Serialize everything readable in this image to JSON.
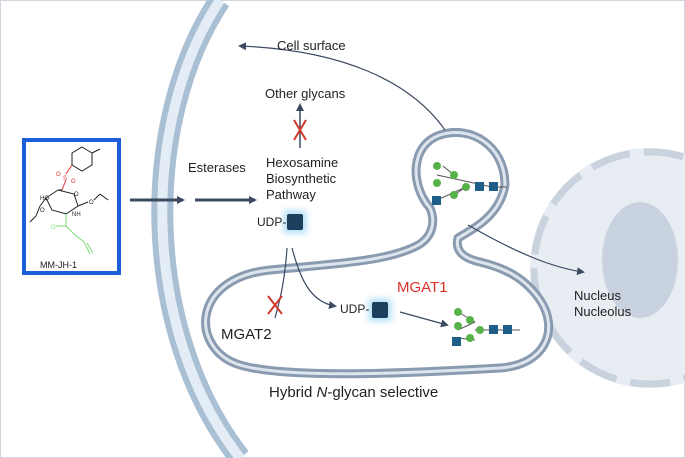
{
  "labels": {
    "cell_surface": "Cell surface",
    "other_glycans": "Other glycans",
    "esterases": "Esterases",
    "hexosamine_line1": "Hexosamine",
    "hexosamine_line2": "Biosynthetic",
    "hexosamine_line3": "Pathway",
    "udp_top": "UDP-",
    "udp_bottom": "UDP-",
    "mgat1": "MGAT1",
    "mgat2": "MGAT2",
    "nucleus": "Nucleus",
    "nucleolus": "Nucleolus",
    "hybrid_prefix": "Hybrid ",
    "hybrid_italic": "N",
    "hybrid_suffix": "-glycan selective",
    "compound": "MM-JH-1"
  },
  "compound_atoms": {
    "o_ring": "O",
    "nh": "NH",
    "ho": "HO",
    "s": "S",
    "o_s1": "O",
    "o_s2": "O",
    "o_ester1": "O",
    "o_ester2": "O",
    "o_amide": "O"
  },
  "colors": {
    "frame_blue": "#1d5fd6",
    "membrane": "#a9bfd4",
    "membrane_light": "#dbe6f0",
    "organelle": "#7e8ea5",
    "arrow": "#3b4a60",
    "block": "#d23a2e",
    "mgat1_red": "#e03128",
    "sugar_green": "#58b24a",
    "sugar_blue": "#1f5e88",
    "nucleus_fill": "#e3e8ef",
    "sulfonyl_red": "#e0302a",
    "alkyne_green": "#7ddb7a"
  }
}
